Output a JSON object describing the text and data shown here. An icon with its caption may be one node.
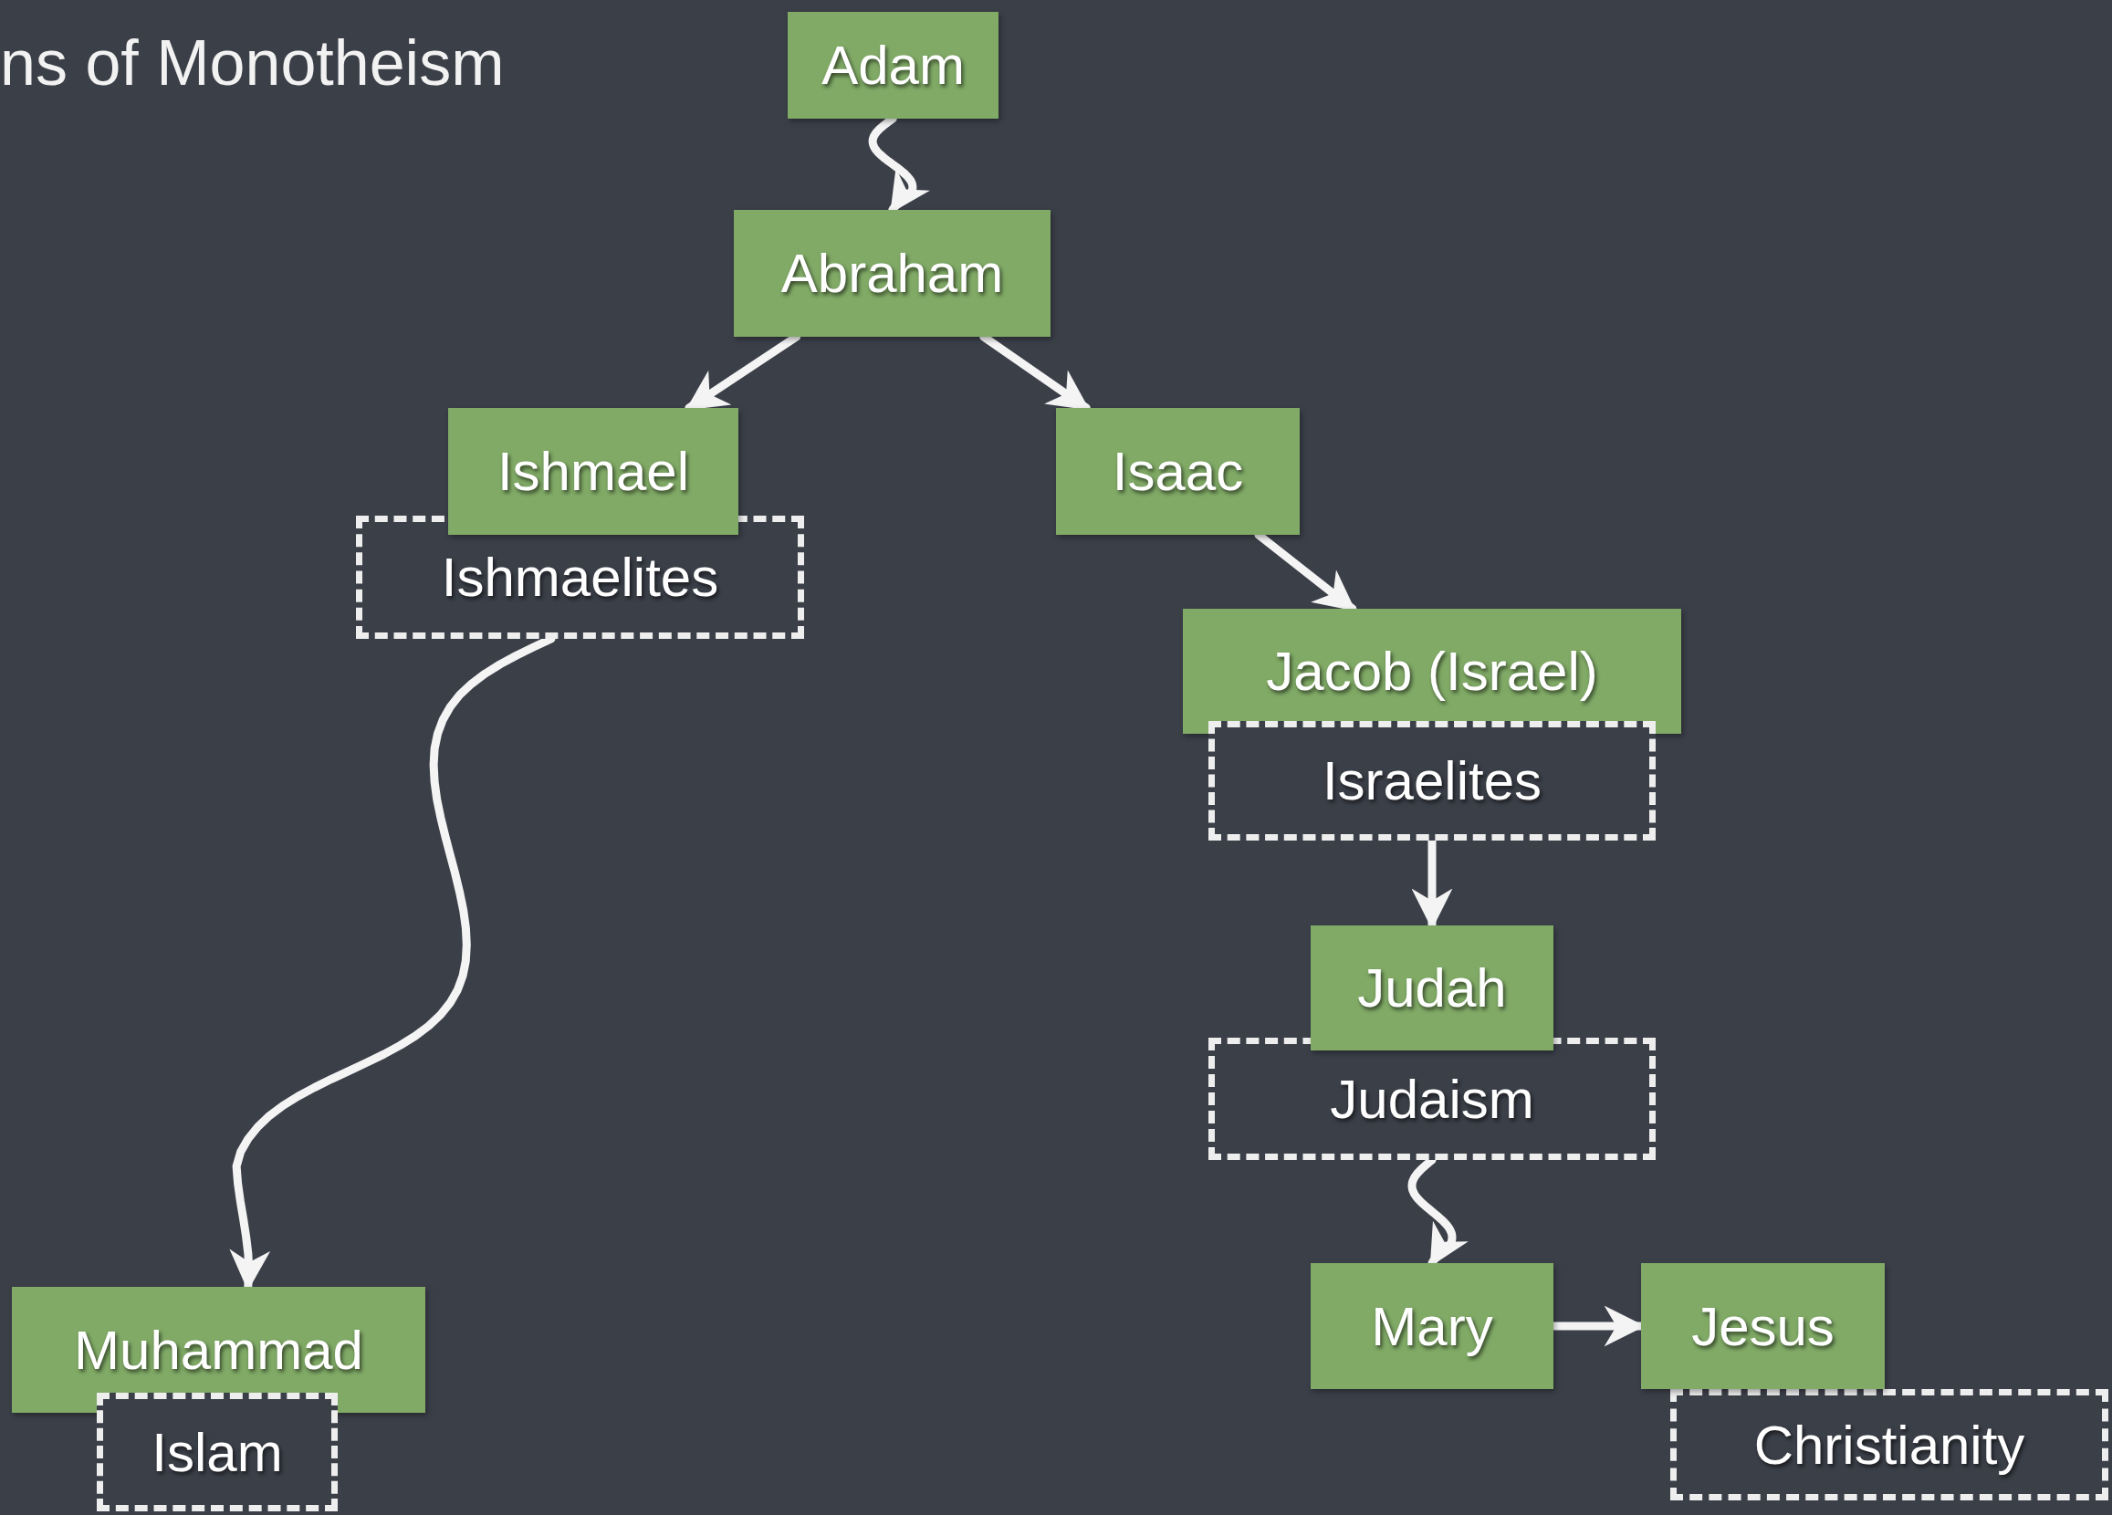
{
  "diagram": {
    "title": "ns of Monotheism",
    "nodes": [
      {
        "text": [
          "Adam"
        ]
      },
      {
        "text": [
          "Abraham"
        ]
      },
      {
        "text": [
          "Ishmael"
        ]
      },
      {
        "text": [
          "Isaac"
        ]
      },
      {
        "text": [
          "Ishmaelites"
        ]
      },
      {
        "text": [
          "Jacob (Israel)"
        ]
      },
      {
        "text": [
          "Israelites"
        ]
      },
      {
        "text": [
          "Judah"
        ]
      },
      {
        "text": [
          "Judaism"
        ]
      },
      {
        "text": [
          "Mary"
        ]
      },
      {
        "text": [
          "Jesus"
        ]
      },
      {
        "text": [
          "Christianity"
        ]
      },
      {
        "text": [
          "Muhammad"
        ]
      },
      {
        "text": [
          "Islam"
        ]
      }
    ],
    "edges": [
      {
        "from": 0,
        "to": 1,
        "arrow": "to"
      },
      {
        "from": 1,
        "to": 2,
        "arrow": "to"
      },
      {
        "from": 1,
        "to": 3,
        "arrow": "to"
      },
      {
        "from": 3,
        "to": 5,
        "arrow": "to"
      },
      {
        "from": 4,
        "to": 12,
        "arrow": "to"
      },
      {
        "from": 6,
        "to": 7,
        "arrow": "to"
      },
      {
        "from": 8,
        "to": 9,
        "arrow": "to"
      },
      {
        "from": 9,
        "to": 10,
        "arrow": "to"
      }
    ]
  }
}
